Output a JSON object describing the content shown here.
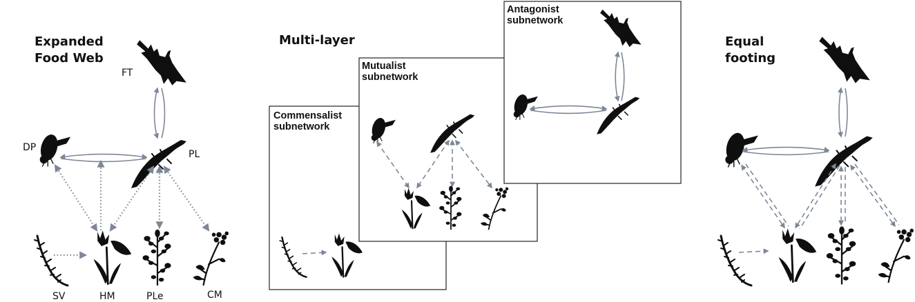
{
  "panels": {
    "expanded": {
      "title_line1": "Expanded",
      "title_line2": "Food Web"
    },
    "multilayer": {
      "title": "Multi-layer",
      "commensalist": {
        "line1": "Commensalist",
        "line2": "subnetwork"
      },
      "mutualist": {
        "line1": "Mutualist",
        "line2": "subnetwork"
      },
      "antagonist": {
        "line1": "Antagonist",
        "line2": "subnetwork"
      }
    },
    "equal": {
      "title_line1": "Equal",
      "title_line2": "footing"
    }
  },
  "species_labels": {
    "FT": "FT",
    "DP": "DP",
    "PL": "PL",
    "SV": "SV",
    "HM": "HM",
    "PLe": "PLe",
    "CM": "CM"
  },
  "colors": {
    "arrow": "#7d8797",
    "silhouette": "#0f0f0f",
    "box_border": "#222222"
  },
  "icons": [
    "bird-icon",
    "fly-icon",
    "lizard-icon",
    "grass-plant-icon",
    "lily-plant-icon",
    "shrub-plant-icon",
    "umbel-plant-icon"
  ]
}
